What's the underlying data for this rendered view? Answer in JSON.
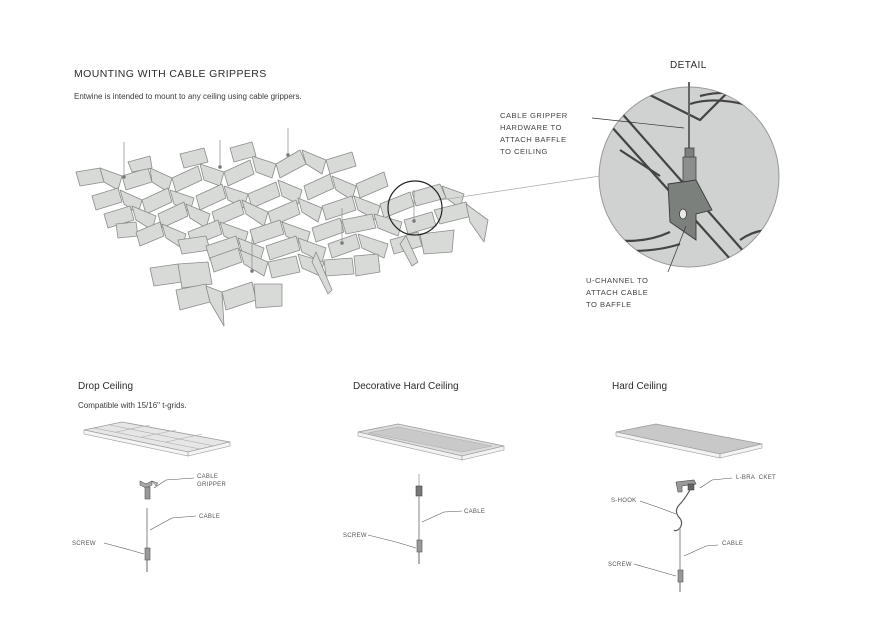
{
  "main": {
    "title": "MOUNTING WITH CABLE GRIPPERS",
    "subtitle": "Entwine is intended to mount to any ceiling using cable grippers."
  },
  "detail": {
    "title": "DETAIL",
    "callout_top": "CABLE GRIPPER\nHARDWARE TO\nATTACH BAFFLE\nTO CEILING",
    "callout_bottom": "U-CHANNEL TO\nATTACH CABLE\nTO BAFFLE"
  },
  "sections": [
    {
      "title": "Drop Ceiling",
      "note": "Compatible with 15/16\" t-grids.",
      "labels": {
        "gripper": "CABLE\nGRIPPER",
        "cable": "CABLE",
        "screw": "SCREW"
      }
    },
    {
      "title": "Decorative Hard Ceiling",
      "labels": {
        "cable": "CABLE",
        "screw": "SCREW"
      }
    },
    {
      "title": "Hard Ceiling",
      "labels": {
        "bracket": "L-BRA  CKET",
        "shook": "S-HOOK",
        "cable": "CABLE",
        "screw": "SCREW"
      }
    }
  ],
  "colors": {
    "panel_fill": "#d8dad8",
    "panel_stroke": "#8a8c8a",
    "detail_fill": "#cfd2d0",
    "hardware": "#7b807d"
  }
}
